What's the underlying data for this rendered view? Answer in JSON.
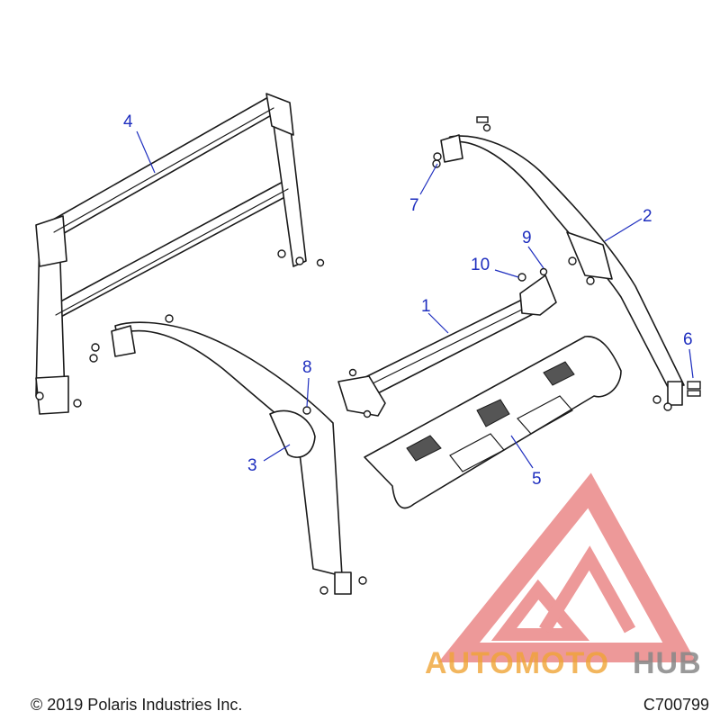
{
  "callouts": {
    "c1": "1",
    "c2": "2",
    "c3": "3",
    "c4": "4",
    "c5": "5",
    "c6": "6",
    "c7": "7",
    "c8": "8",
    "c9": "9",
    "c10": "10"
  },
  "footer": {
    "copyright": "© 2019 Polaris Industries Inc.",
    "figure_code": "C700799"
  },
  "watermark": {
    "brand_part1": "AUTOMOTO",
    "brand_part2": "HUB"
  },
  "colors": {
    "callout": "#1f2fbf",
    "watermark_red": "#e04646",
    "watermark_orange": "#f0a437",
    "watermark_gray": "#888888"
  }
}
